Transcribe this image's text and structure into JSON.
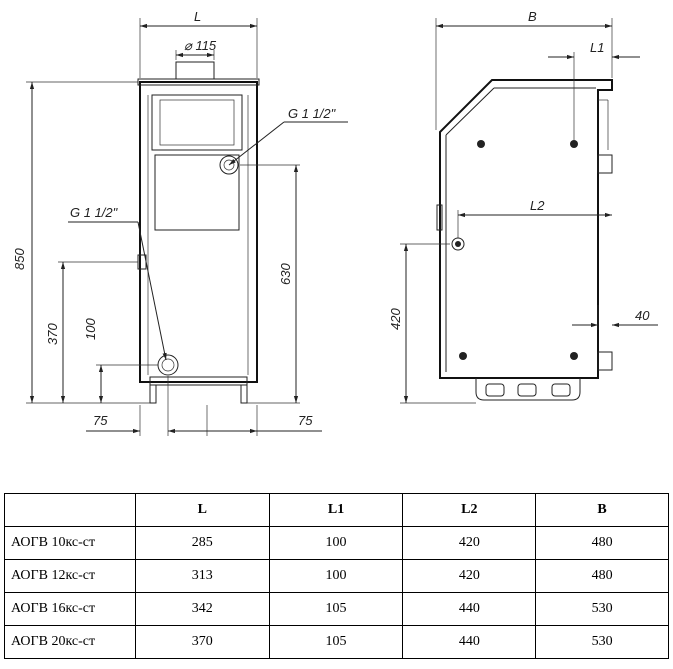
{
  "front_view": {
    "labels": {
      "width": "L",
      "flue": "⌀ 115",
      "thread_top": "G 1 1/2\"",
      "thread_left": "G 1 1/2\"",
      "height_total": "850",
      "height_630": "630",
      "height_370": "370",
      "height_100": "100",
      "offset_left": "75",
      "offset_right": "75"
    }
  },
  "side_view": {
    "labels": {
      "depth": "B",
      "l1": "L1",
      "l2": "L2",
      "height_420": "420",
      "offset_40": "40"
    }
  },
  "spec_table": {
    "headers": [
      "",
      "L",
      "L1",
      "L2",
      "B"
    ],
    "rows": [
      {
        "model": "АОГВ 10кс-ст",
        "L": "285",
        "L1": "100",
        "L2": "420",
        "B": "480"
      },
      {
        "model": "АОГВ 12кс-ст",
        "L": "313",
        "L1": "100",
        "L2": "420",
        "B": "480"
      },
      {
        "model": "АОГВ 16кс-ст",
        "L": "342",
        "L1": "105",
        "L2": "440",
        "B": "530"
      },
      {
        "model": "АОГВ 20кс-ст",
        "L": "370",
        "L1": "105",
        "L2": "440",
        "B": "530"
      }
    ]
  }
}
